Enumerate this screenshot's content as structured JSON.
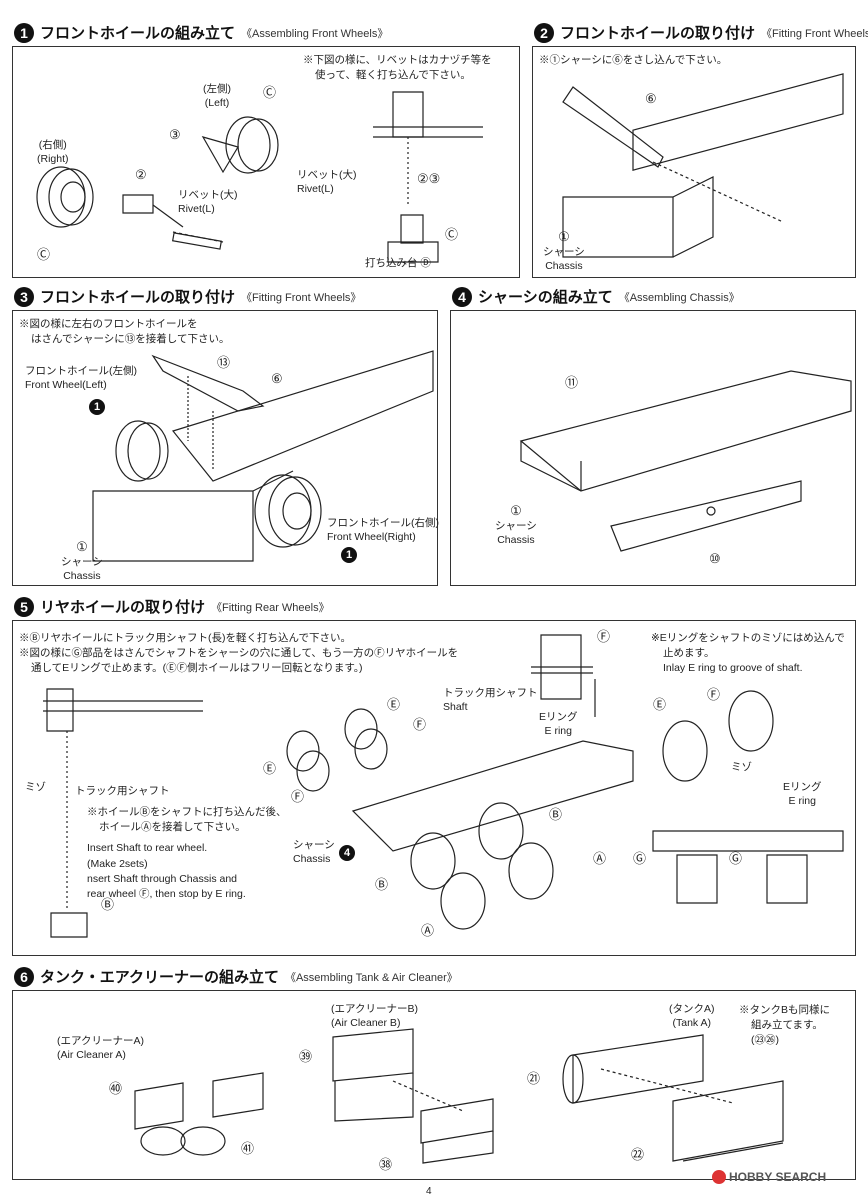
{
  "page_number": "4",
  "watermark": "HOBBY SEARCH",
  "steps": {
    "s1": {
      "num": "1",
      "jp": "フロントホイールの組み立て",
      "en": "《Assembling Front Wheels》",
      "note": [
        "※下図の様に、リベットはカナヅチ等を",
        "使って、軽く打ち込んで下さい。"
      ],
      "labels": {
        "right_jp": "(右側)",
        "right_en": "(Right)",
        "left_jp": "(左側)",
        "left_en": "(Left)",
        "c1": "Ⓒ",
        "c2": "Ⓒ",
        "c3": "Ⓒ",
        "p3": "③",
        "p2": "②",
        "p23": "②③",
        "rivet_jp": "リベット(大)",
        "rivet_en": "Rivet(L)",
        "rivet2_jp": "リベット(大)",
        "rivet2_en": "Rivet(L)",
        "stand": "打ち込み台 Ⓓ"
      }
    },
    "s2": {
      "num": "2",
      "jp": "フロントホイールの取り付け",
      "en": "《Fitting Front Wheels》",
      "note": [
        "※①シャーシに⑥をさし込んで下さい。"
      ],
      "labels": {
        "p6": "⑥",
        "p1": "①",
        "chassis_jp": "シャーシ",
        "chassis_en": "Chassis"
      }
    },
    "s3": {
      "num": "3",
      "jp": "フロントホイールの取り付け",
      "en": "《Fitting Front Wheels》",
      "note": [
        "※図の様に左右のフロントホイールを",
        "はさんでシャーシに⑬を接着して下さい。"
      ],
      "labels": {
        "p13": "⑬",
        "p6": "⑥",
        "fwl_jp": "フロントホイール(左側)",
        "fwl_en": "Front Wheel(Left)",
        "fwr_jp": "フロントホイール(右側)",
        "fwr_en": "Front Wheel(Right)",
        "ref1": "1",
        "ref2": "1",
        "p1": "①",
        "chassis_jp": "シャーシ",
        "chassis_en": "Chassis"
      }
    },
    "s4": {
      "num": "4",
      "jp": "シャーシの組み立て",
      "en": "《Assembling Chassis》",
      "labels": {
        "p11": "⑪",
        "p1": "①",
        "chassis_jp": "シャーシ",
        "chassis_en": "Chassis",
        "p10": "⑩"
      }
    },
    "s5": {
      "num": "5",
      "jp": "リヤホイールの取り付け",
      "en": "《Fitting Rear Wheels》",
      "note": [
        "※Ⓑリヤホイールにトラック用シャフト(長)を軽く打ち込んで下さい。",
        "※図の様にⒼ部品をはさんでシャフトをシャーシの穴に通して、もう一方のⒻリヤホイールを",
        "通してEリングで止めます。(ⒺⒻ側ホイールはフリー回転となります。)"
      ],
      "note_e": [
        "※Eリングをシャフトのミゾにはめ込んで",
        "止めます。",
        "Inlay E ring to groove of shaft."
      ],
      "sub_note": [
        "※ホイールⒷをシャフトに打ち込んだ後、",
        "ホイールⒶを接着して下さい。",
        "Insert Shaft to rear wheel.",
        "(Make 2sets)",
        "nsert Shaft through Chassis and",
        "rear wheel Ⓕ, then stop by E ring."
      ],
      "labels": {
        "mizo": "ミゾ",
        "shaft_jp": "トラック用シャフト",
        "b1": "Ⓑ",
        "shaft2_jp": "トラック用シャフト",
        "shaft2_en": "Shaft",
        "f1": "Ⓕ",
        "ering_jp": "Eリング",
        "ering_en": "E ring",
        "e1": "Ⓔ",
        "f2": "Ⓕ",
        "e2": "Ⓔ",
        "f3": "Ⓕ",
        "chassis_jp": "シャーシ",
        "chassis_en": "Chassis",
        "ref4": "4",
        "b2": "Ⓑ",
        "b3": "Ⓑ",
        "a1": "Ⓐ",
        "a2": "Ⓐ",
        "e3": "Ⓔ",
        "f4": "Ⓕ",
        "mizo2": "ミゾ",
        "ering2_jp": "Eリング",
        "ering2_en": "E ring",
        "g1": "Ⓖ",
        "g2": "Ⓖ"
      }
    },
    "s6": {
      "num": "6",
      "jp": "タンク・エアクリーナーの組み立て",
      "en": "《Assembling Tank & Air Cleaner》",
      "note": [
        "※タンクBも同様に",
        "組み立てます。",
        "(㉓㉖)"
      ],
      "labels": {
        "aca_jp": "(エアクリーナーA)",
        "aca_en": "(Air Cleaner A)",
        "p40": "㊵",
        "p41": "㊶",
        "acb_jp": "(エアクリーナーB)",
        "acb_en": "(Air Cleaner B)",
        "p39": "㊴",
        "p38": "㊳",
        "tank_jp": "(タンクA)",
        "tank_en": "(Tank A)",
        "p21": "㉑",
        "p22": "㉒"
      }
    }
  }
}
